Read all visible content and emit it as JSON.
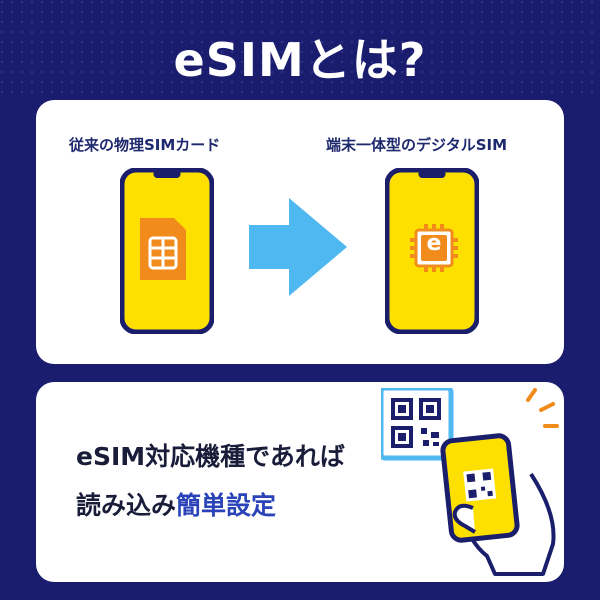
{
  "title": "eSIMとは?",
  "comparison": {
    "left_label": "従来の物理SIMカード",
    "right_label": "端末一体型のデジタルSIM",
    "chip_letter": "e"
  },
  "bottom": {
    "line1": "eSIM対応機種であれば",
    "line2_prefix": "読み込み",
    "line2_accent": "簡単設定"
  },
  "colors": {
    "background": "#1a1c6e",
    "phone_screen": "#fde000",
    "phone_frame": "#1b1f6b",
    "sim_orange": "#f08b1c",
    "arrow": "#4fb8f0",
    "accent_text": "#2b43b8"
  }
}
